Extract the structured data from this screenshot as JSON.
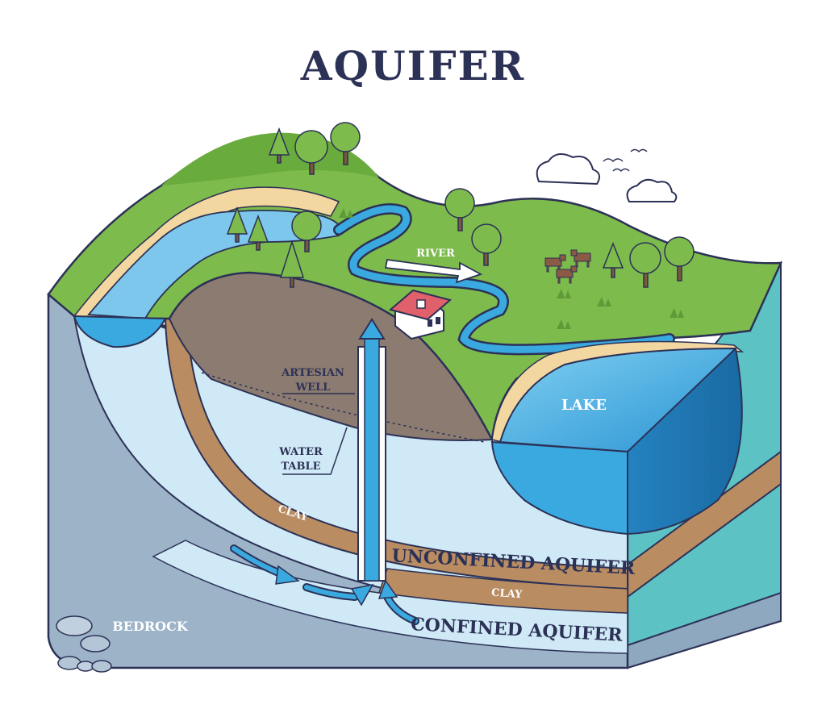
{
  "title": "AQUIFER",
  "labels": {
    "river": "RIVER",
    "lake": "LAKE",
    "artesian_well_line1": "ARTESIAN",
    "artesian_well_line2": "WELL",
    "water_table_line1": "WATER",
    "water_table_line2": "TABLE",
    "clay_upper": "CLAY",
    "clay_lower": "CLAY",
    "unconfined_aquifer": "UNCONFINED AQUIFER",
    "confined_aquifer": "CONFINED AQUIFER",
    "bedrock": "BEDROCK"
  },
  "colors": {
    "title": "#2c3156",
    "outline": "#2c3156",
    "grass": "#7dbb4c",
    "grass_dark": "#5f9a39",
    "bedrock": "#8ea8c0",
    "bedrock_front": "#9db3c8",
    "unconfined_water": "#cfe9f6",
    "clay": "#b98c62",
    "soil": "#8b7b70",
    "lake": "#3aa9df",
    "lake_dark": "#1e7fb8",
    "side_teal": "#5dc2c4",
    "sand": "#f3d7a0"
  }
}
